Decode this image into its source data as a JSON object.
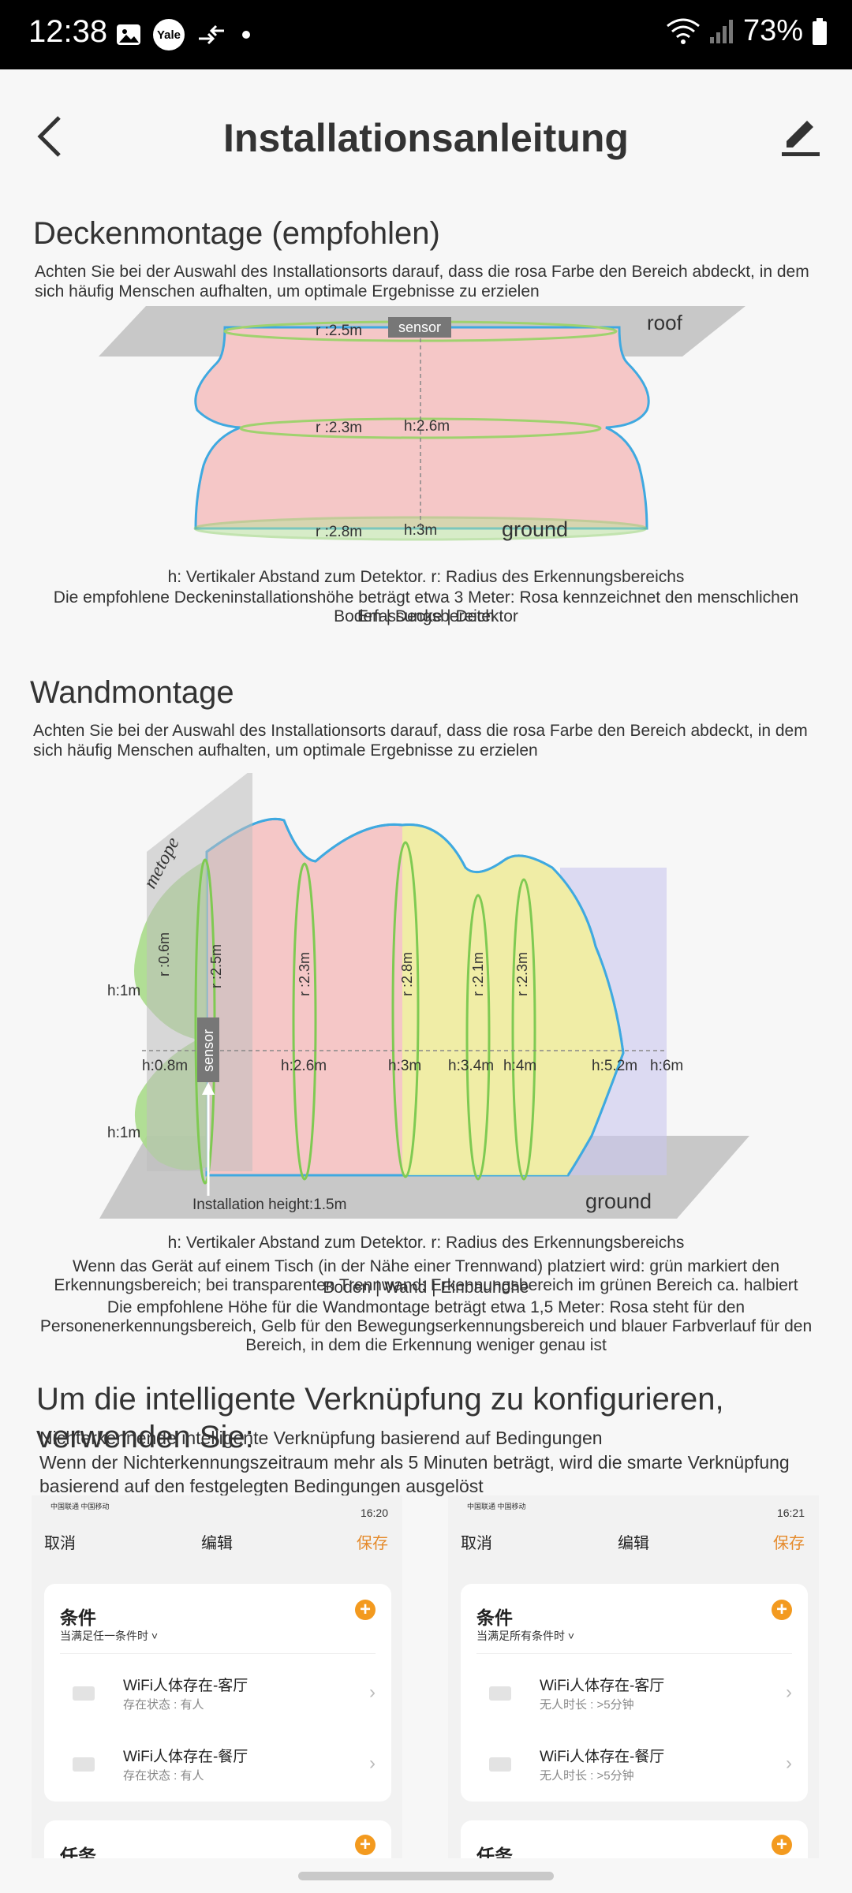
{
  "status": {
    "time": "12:38",
    "battery": "73%",
    "icons": [
      "image-icon",
      "yale-icon",
      "transfer-icon",
      "dot-icon"
    ],
    "yale_label": "Yale"
  },
  "header": {
    "title": "Installationsanleitung"
  },
  "ceiling": {
    "title": "Deckenmontage (empfohlen)",
    "desc": "Achten Sie bei der Auswahl des Installationsorts darauf, dass die rosa Farbe den Bereich abdeckt, in dem sich häufig Menschen aufhalten, um optimale Ergebnisse zu erzielen",
    "labels": {
      "roof": "roof",
      "sensor": "sensor",
      "r1": "r :2.5m",
      "r2": "r :2.3m",
      "h2": "h:2.6m",
      "r3": "r :2.8m",
      "h3": "h:3m",
      "ground": "ground"
    },
    "caption1": "h: Vertikaler Abstand zum Detektor. r: Radius des Erkennungsbereichs",
    "caption2": "Die empfohlene Deckeninstallationshöhe beträgt etwa 3 Meter: Rosa kennzeichnet den menschlichen",
    "caption3a": "Boden | Decke | Detektor",
    "caption3b": "Erfassungsbereich"
  },
  "wall": {
    "title": "Wandmontage",
    "desc": "Achten Sie bei der Auswahl des Installationsorts darauf, dass die rosa Farbe den Bereich abdeckt, in dem sich häufig Menschen aufhalten, um optimale Ergebnisse zu erzielen",
    "labels": {
      "metope": "metope",
      "sensor": "sensor",
      "h_top": "h:1m",
      "h_bottom": "h:1m",
      "h08": "h:0.8m",
      "r06": "r :0.6m",
      "r25": "r :2.5m",
      "r23a": "r :2.3m",
      "r28": "r :2.8m",
      "r21": "r :2.1m",
      "r23b": "r :2.3m",
      "h26": "h:2.6m",
      "h3": "h:3m",
      "h34": "h:3.4m",
      "h4": "h:4m",
      "h52": "h:5.2m",
      "h6": "h:6m",
      "install": "Installation height:1.5m",
      "ground": "ground"
    },
    "caption1": "h: Vertikaler Abstand zum Detektor. r: Radius des Erkennungsbereichs",
    "caption2": "Wenn das Gerät auf einem Tisch (in der Nähe einer Trennwand) platziert wird: grün markiert den",
    "caption3a": "Erkennungsbereich; bei transparenten Trennwand: Erkennungsbereich im grünen Bereich ca. halbiert",
    "caption3b": "Boden | Wand | Einbauhöhe",
    "caption4": "Die empfohlene Höhe für die Wandmontage beträgt etwa 1,5 Meter: Rosa steht für den",
    "caption5": "Personenerkennungsbereich, Gelb für den Bewegungserkennungsbereich und blauer Farbverlauf für den",
    "caption6": "Bereich, in dem die Erkennung weniger genau ist"
  },
  "smart": {
    "heading": "Um die intelligente Verknüpfung zu konfigurieren, verwenden Sie:",
    "line1": "Nichterkennende intelligente Verknüpfung basierend auf Bedingungen",
    "line2": "Wenn der Nichterkennungszeitraum mehr als 5 Minuten beträgt, wird die smarte Verknüpfung basierend auf den festgelegten Bedingungen ausgelöst"
  },
  "phone_left": {
    "carrier": "中国联通 中国移动",
    "time": "16:20",
    "cancel": "取消",
    "title": "编辑",
    "save": "保存",
    "cond_title": "条件",
    "cond_sub": "当满足任一条件时 ˅",
    "rows": [
      {
        "name": "WiFi人体存在-客厅",
        "status": "存在状态 : 有人"
      },
      {
        "name": "WiFi人体存在-餐厅",
        "status": "存在状态 : 有人"
      }
    ],
    "task_title": "任务"
  },
  "phone_right": {
    "carrier": "中国联通 中国移动",
    "time": "16:21",
    "cancel": "取消",
    "title": "编辑",
    "save": "保存",
    "cond_title": "条件",
    "cond_sub": "当满足所有条件时 ˅",
    "rows": [
      {
        "name": "WiFi人体存在-客厅",
        "status": "无人时长 : >5分钟"
      },
      {
        "name": "WiFi人体存在-餐厅",
        "status": "无人时长 : >5分钟"
      }
    ],
    "task_title": "任务"
  },
  "colors": {
    "accent": "#f39a1f",
    "pink": "#f5c7c7",
    "green": "#8fd06a",
    "yellow": "#eef3a0",
    "blue": "#c9c6ee"
  }
}
